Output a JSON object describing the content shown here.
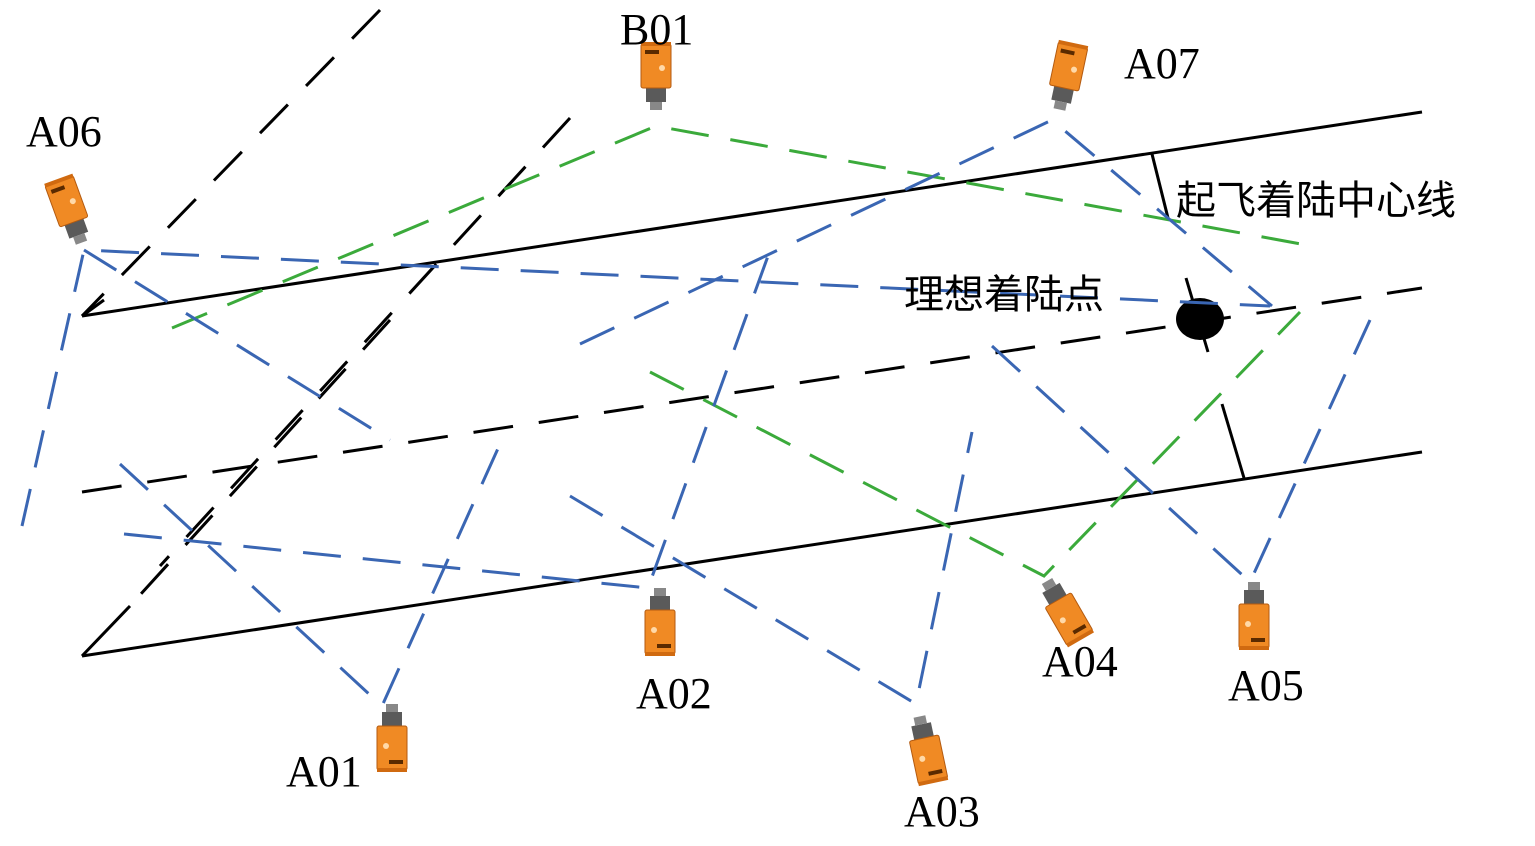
{
  "colors": {
    "blue": "#3A66B3",
    "green": "#3BAA3B",
    "black": "#000000",
    "camera_body": "#F08A24",
    "camera_dark": "#4A4A4A"
  },
  "labels": {
    "centerline": "起飞着陆中心线",
    "landing_point": "理想着陆点",
    "cameras": {
      "A01": "A01",
      "A02": "A02",
      "A03": "A03",
      "A04": "A04",
      "A05": "A05",
      "A06": "A06",
      "A07": "A07",
      "B01": "B01"
    }
  },
  "icons": {
    "camera": "camera-icon",
    "landing_point": "filled-ellipse-icon"
  }
}
